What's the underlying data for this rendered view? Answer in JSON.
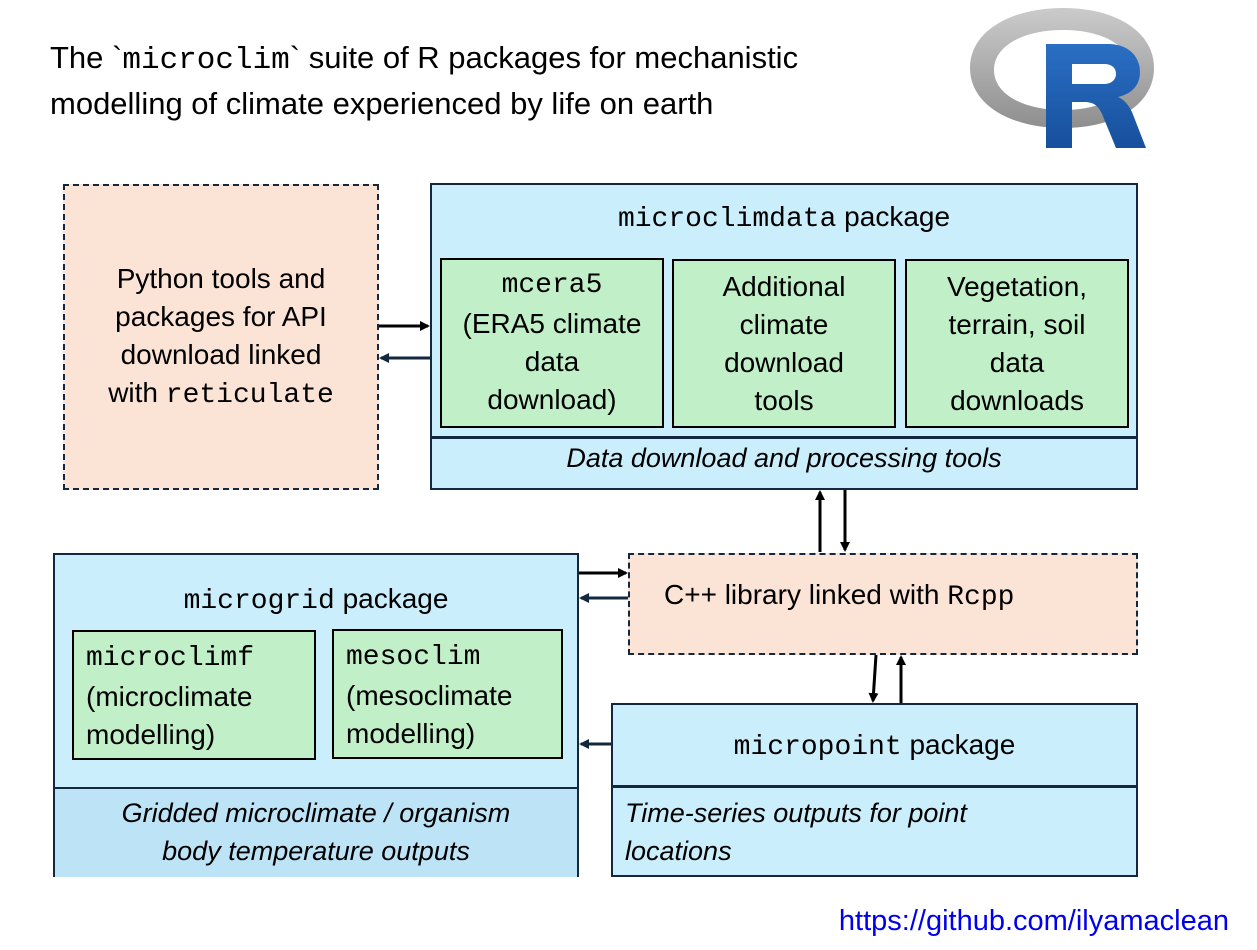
{
  "title": {
    "part1": "The `",
    "code": "microclim",
    "part2": "` suite of R packages for mechanistic",
    "line2": "modelling of climate experienced by life on earth"
  },
  "logo": {
    "letter": "R",
    "icon": "r-logo-icon"
  },
  "python_box": {
    "line1": "Python tools and",
    "line2": "packages for API",
    "line3": "download linked",
    "line4_prefix": "with ",
    "line4_code": "reticulate"
  },
  "microclimdata": {
    "code": "microclimdata",
    "label": " package",
    "mcera5": {
      "code": "mcera5",
      "line1": "(ERA5 climate",
      "line2": "data",
      "line3": "download)"
    },
    "additional": {
      "line1": "Additional",
      "line2": "climate",
      "line3": "download",
      "line4": "tools"
    },
    "vegetation": {
      "line1": "Vegetation,",
      "line2": "terrain, soil",
      "line3": "data",
      "line4": "downloads"
    },
    "footer": "Data download and processing tools"
  },
  "cpp_box": {
    "text": "C++ library linked with ",
    "code": "Rcpp"
  },
  "microgrid": {
    "code": "microgrid",
    "label": " package",
    "microclimf": {
      "code": "microclimf",
      "line1": "(microclimate",
      "line2": "modelling)"
    },
    "mesoclim": {
      "code": "mesoclim",
      "line1": "(mesoclimate",
      "line2": "modelling)"
    },
    "footer_line1": "Gridded microclimate / organism",
    "footer_line2": "body temperature outputs"
  },
  "micropoint": {
    "code": "micropoint",
    "label": " package",
    "footer_line1": "Time-series outputs for point",
    "footer_line2": "locations"
  },
  "link": "https://github.com/ilyamaclean",
  "colors": {
    "blue_box": "#caeefb",
    "peach_box": "#fbe3d6",
    "green_box": "#c1f0c8",
    "border": "#13283f",
    "link": "#0000ee",
    "r_blue": "#1c5fb0",
    "r_grey": "#a6a6a6"
  }
}
